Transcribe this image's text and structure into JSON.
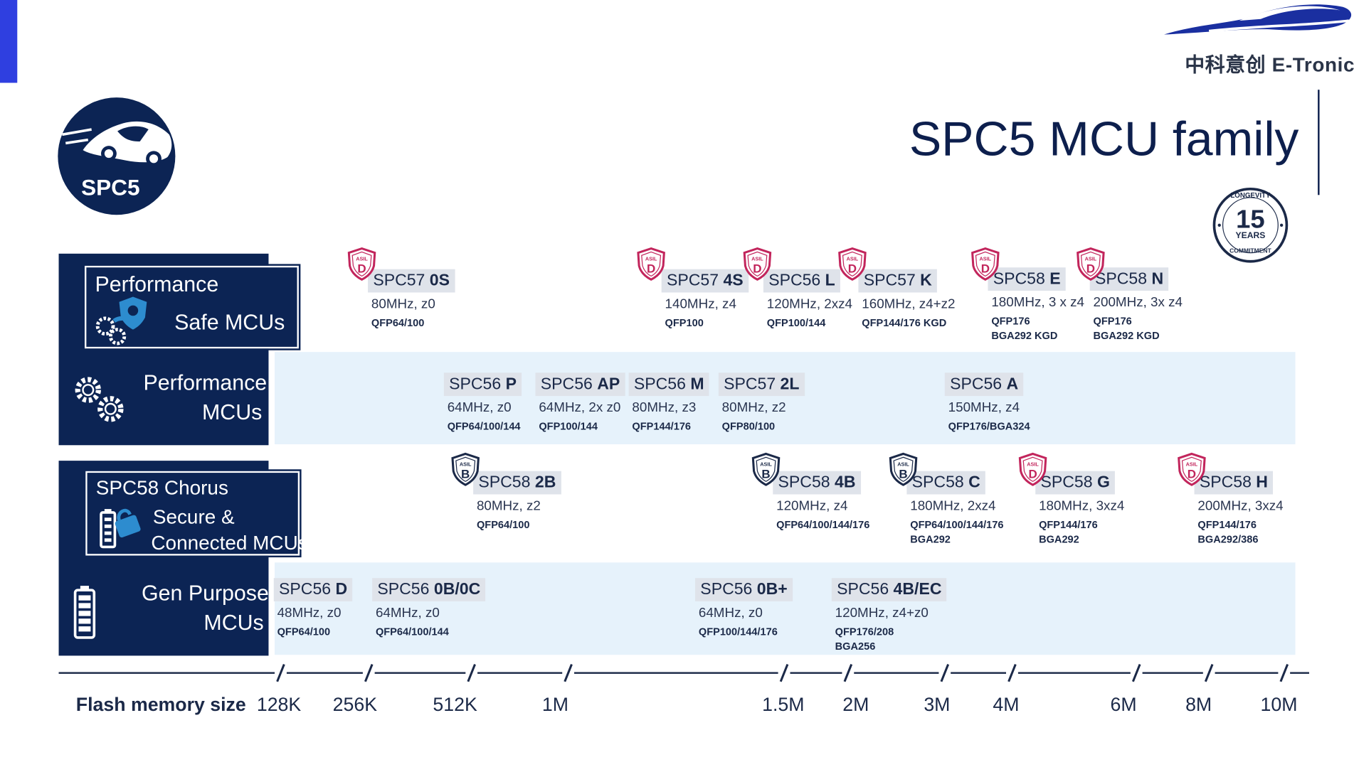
{
  "title": "SPC5 MCU family",
  "brand": {
    "name": "中科意创  E-Tronic",
    "accent_color": "#1a2fa0"
  },
  "spc5_badge": {
    "label": "SPC5",
    "icon": "car-icon",
    "bg": "#0c2454"
  },
  "longevity_badge": {
    "top": "LONGEVITY",
    "number": "15",
    "unit": "YEARS",
    "bottom": "COMMITMENT"
  },
  "categories": [
    {
      "id": "perf-safe",
      "line1": "Performance",
      "line2": "Safe MCUs",
      "icon": "gears-shield-icon"
    },
    {
      "id": "perf",
      "line1": "Performance",
      "line2": "MCUs",
      "icon": "gears-icon"
    },
    {
      "id": "chorus",
      "line1": "SPC58 Chorus",
      "line2": "Secure &",
      "line3": "Connected MCUs",
      "icon": "battery-lock-icon"
    },
    {
      "id": "gen",
      "line1": "Gen Purpose",
      "line2": "MCUs",
      "icon": "battery-icon"
    }
  ],
  "chips": [
    {
      "prefix": "SPC57 ",
      "suffix": "0S",
      "spec": "80MHz, z0",
      "pkg": "QFP64/100",
      "asil": "D"
    },
    {
      "prefix": "SPC57 ",
      "suffix": "4S",
      "spec": "140MHz, z4",
      "pkg": "QFP100",
      "asil": "D"
    },
    {
      "prefix": "SPC56 ",
      "suffix": "L",
      "spec": "120MHz, 2xz4",
      "pkg": "QFP100/144",
      "asil": "D"
    },
    {
      "prefix": "SPC57 ",
      "suffix": "K",
      "spec": "160MHz, z4+z2",
      "pkg": "QFP144/176 KGD",
      "asil": "D"
    },
    {
      "prefix": "SPC58 ",
      "suffix": "E",
      "spec": "180MHz, 3 x z4",
      "pkg": "QFP176\nBGA292 KGD",
      "asil": "D"
    },
    {
      "prefix": "SPC58 ",
      "suffix": "N",
      "spec": "200MHz, 3x z4",
      "pkg": "QFP176\nBGA292 KGD",
      "asil": "D"
    },
    {
      "prefix": "SPC56 ",
      "suffix": "P",
      "spec": "64MHz, z0",
      "pkg": "QFP64/100/144",
      "asil": ""
    },
    {
      "prefix": "SPC56 ",
      "suffix": "AP",
      "spec": "64MHz, 2x z0",
      "pkg": "QFP100/144",
      "asil": ""
    },
    {
      "prefix": "SPC56 ",
      "suffix": "M",
      "spec": "80MHz, z3",
      "pkg": "QFP144/176",
      "asil": ""
    },
    {
      "prefix": "SPC57 ",
      "suffix": "2L",
      "spec": "80MHz, z2",
      "pkg": "QFP80/100",
      "asil": ""
    },
    {
      "prefix": "SPC56 ",
      "suffix": "A",
      "spec": "150MHz, z4",
      "pkg": "QFP176/BGA324",
      "asil": ""
    },
    {
      "prefix": "SPC58 ",
      "suffix": "2B",
      "spec": "80MHz, z2",
      "pkg": "QFP64/100",
      "asil": "B"
    },
    {
      "prefix": "SPC58 ",
      "suffix": "4B",
      "spec": "120MHz, z4",
      "pkg": "QFP64/100/144/176",
      "asil": "B"
    },
    {
      "prefix": "SPC58 ",
      "suffix": "C",
      "spec": "180MHz, 2xz4",
      "pkg": "QFP64/100/144/176\nBGA292",
      "asil": "B"
    },
    {
      "prefix": "SPC58 ",
      "suffix": "G",
      "spec": "180MHz, 3xz4",
      "pkg": "QFP144/176\nBGA292",
      "asil": "D"
    },
    {
      "prefix": "SPC58 ",
      "suffix": "H",
      "spec": "200MHz, 3xz4",
      "pkg": "QFP144/176\nBGA292/386",
      "asil": "D"
    },
    {
      "prefix": "SPC56 ",
      "suffix": "D",
      "spec": "48MHz, z0",
      "pkg": "QFP64/100",
      "asil": ""
    },
    {
      "prefix": "SPC56 ",
      "suffix": "0B/0C",
      "spec": "64MHz, z0",
      "pkg": "QFP64/100/144",
      "asil": ""
    },
    {
      "prefix": "SPC56 ",
      "suffix": "0B+",
      "spec": "64MHz, z0",
      "pkg": "QFP100/144/176",
      "asil": ""
    },
    {
      "prefix": "SPC56 ",
      "suffix": "4B/EC",
      "spec": "120MHz, z4+z0",
      "pkg": "QFP176/208\nBGA256",
      "asil": ""
    }
  ],
  "asil_label": "ASIL",
  "axis": {
    "title": "Flash memory size",
    "ticks": [
      "128K",
      "256K",
      "512K",
      "1M",
      "1.5M",
      "2M",
      "3M",
      "4M",
      "6M",
      "8M",
      "10M"
    ]
  },
  "colors": {
    "navy": "#0c2454",
    "band": "#e6f2fb",
    "chip": "#dfe3ea",
    "asil_red": "#c2255c",
    "asil_navy": "#1b2948"
  }
}
